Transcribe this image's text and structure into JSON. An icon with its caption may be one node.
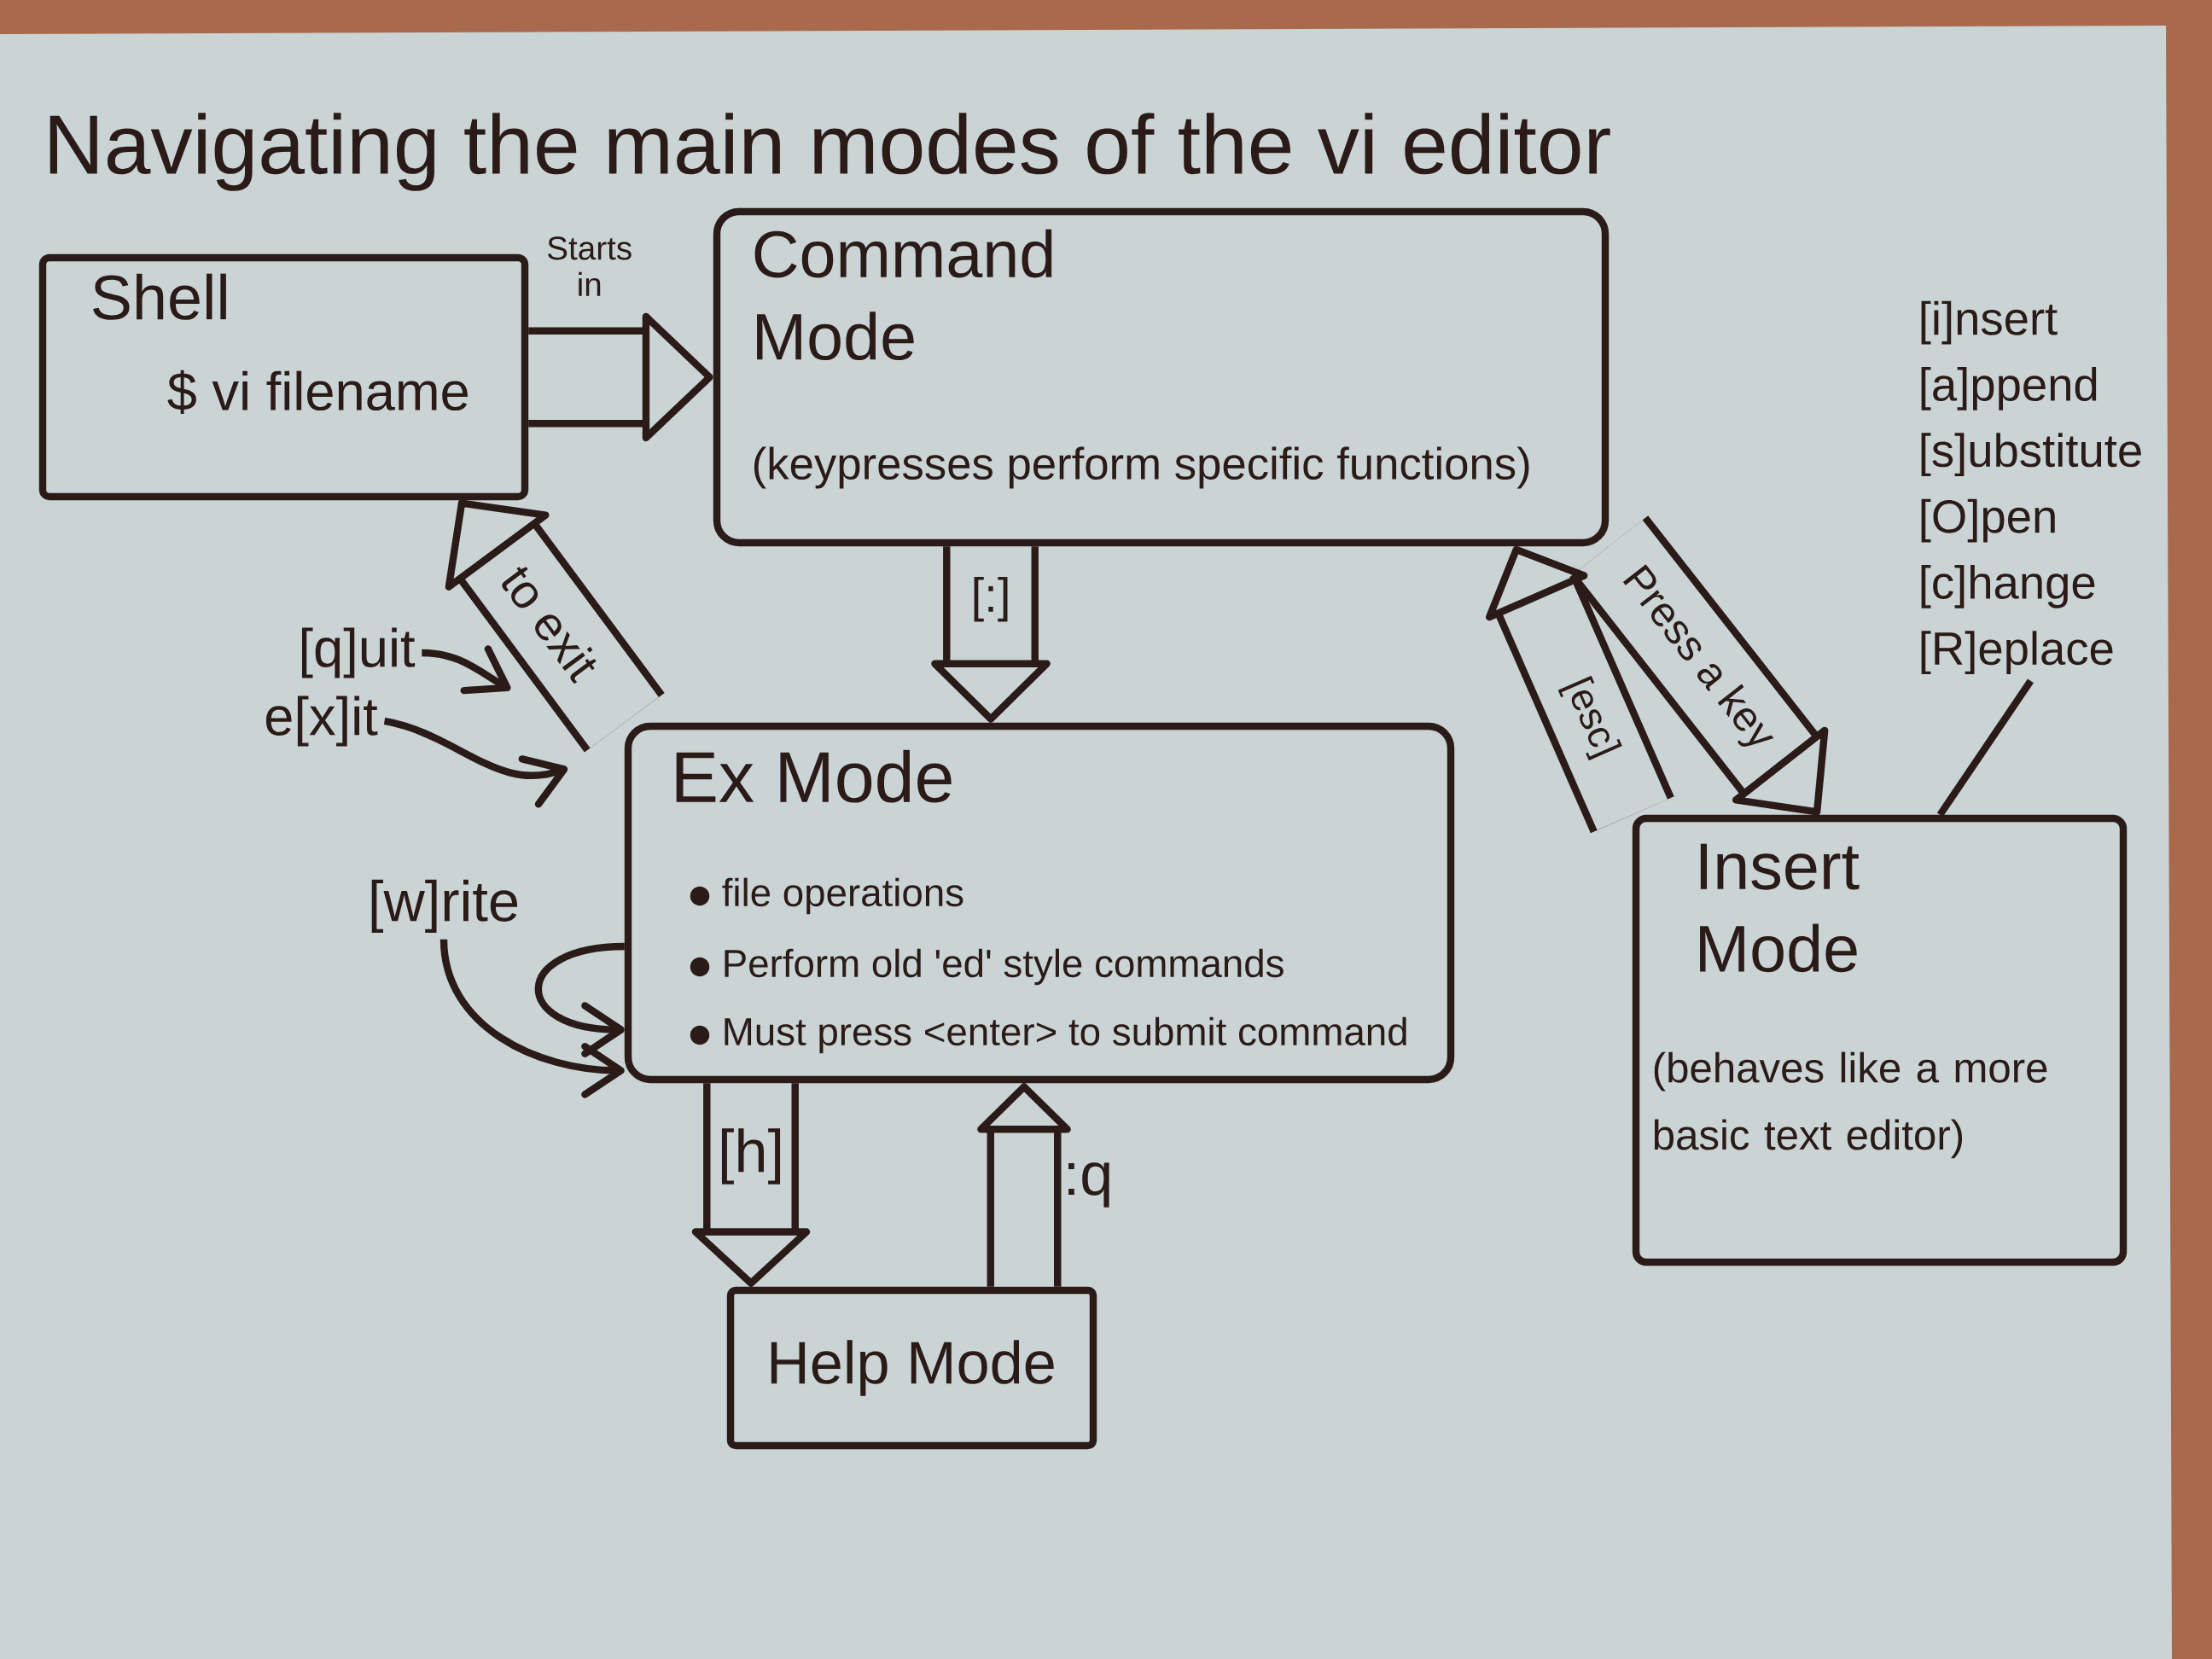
{
  "diagram": {
    "title": "Navigating the main modes of the vi editor",
    "nodes": [
      {
        "text": [
          "Shell",
          "$ vi filename"
        ]
      },
      {
        "text": [
          "Command Mode",
          "(keypresses perform specific functions)"
        ]
      },
      {
        "text": [
          "[i]nsert",
          "[a]ppend",
          "[s]ubstitute",
          "[O]pen",
          "[c]hange",
          "[R]eplace"
        ]
      },
      {
        "text": [
          "[q]uit"
        ]
      },
      {
        "text": [
          "e[x]it"
        ]
      },
      {
        "text": [
          "Ex Mode",
          "file operations",
          "Perform old 'ed' style commands",
          "Must press <enter> to submit command"
        ]
      },
      {
        "text": [
          "[w]rite"
        ]
      },
      {
        "text": [
          "Insert Mode",
          "(behaves like a more basic text editor)"
        ]
      },
      {
        "text": [
          "Help Mode"
        ]
      }
    ],
    "edges": [
      {
        "from": 0,
        "to": 1,
        "arrow": "to",
        "label": "Starts in"
      },
      {
        "from": 1,
        "to": 5,
        "arrow": "to",
        "label": "[:]"
      },
      {
        "from": 1,
        "to": 7,
        "arrow": "to",
        "label": "Press a key"
      },
      {
        "from": 7,
        "to": 1,
        "arrow": "to",
        "label": "[esc]"
      },
      {
        "from": 5,
        "to": 0,
        "arrow": "to",
        "label": "to exit"
      },
      {
        "from": 5,
        "to": 8,
        "arrow": "to",
        "label": "[h]"
      },
      {
        "from": 8,
        "to": 5,
        "arrow": "to",
        "label": ":q"
      },
      {
        "from": 2,
        "to": 7,
        "arrow": "none"
      },
      {
        "from": 3,
        "to": null,
        "arrow": "to"
      },
      {
        "from": 4,
        "to": null,
        "arrow": "to"
      },
      {
        "from": 6,
        "to": 5,
        "arrow": "to"
      },
      {
        "from": 5,
        "to": 5,
        "arrow": "to"
      }
    ]
  }
}
